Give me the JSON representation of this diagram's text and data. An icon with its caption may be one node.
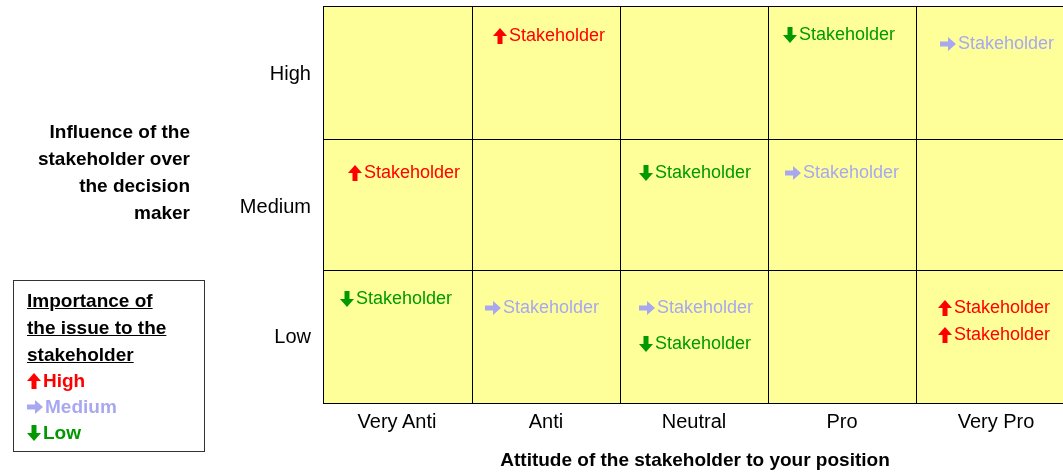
{
  "diagram": {
    "nodes": [
      {
        "text": [],
        "shape": "box"
      },
      {
        "text": [],
        "shape": "box"
      },
      {
        "text": [
          "Stakeholder"
        ],
        "in": 1
      },
      {
        "text": [],
        "shape": "box"
      },
      {
        "text": [],
        "shape": "box"
      },
      {
        "text": [
          "Stakeholder"
        ],
        "in": 4
      },
      {
        "text": [],
        "shape": "box"
      },
      {
        "text": [
          "Stakeholder"
        ],
        "in": 6
      },
      {
        "text": [],
        "shape": "box"
      },
      {
        "text": [
          "Stakeholder"
        ],
        "in": 8
      },
      {
        "text": [],
        "shape": "box"
      },
      {
        "text": [],
        "shape": "box"
      },
      {
        "text": [
          "Stakeholder"
        ],
        "in": 11
      },
      {
        "text": [],
        "shape": "box"
      },
      {
        "text": [
          "Stakeholder"
        ],
        "in": 13
      },
      {
        "text": [],
        "shape": "box"
      },
      {
        "text": [],
        "shape": "box"
      },
      {
        "text": [
          "Stakeholder"
        ],
        "in": 16
      },
      {
        "text": [],
        "shape": "box"
      },
      {
        "text": [
          "Stakeholder"
        ],
        "in": 18
      },
      {
        "text": [],
        "shape": "box"
      },
      {
        "text": [
          "Stakeholder"
        ],
        "in": 20
      },
      {
        "text": [
          "Stakeholder"
        ],
        "in": 20
      },
      {
        "text": [],
        "shape": "box"
      },
      {
        "text": [],
        "shape": "box"
      },
      {
        "text": [
          "Stakeholder"
        ],
        "in": 24
      },
      {
        "text": [
          "Stakeholder"
        ],
        "in": 24
      }
    ],
    "edges": [],
    "labels": [
      "High",
      "Influence of the stakeholder over the decision maker",
      "Medium",
      "Low",
      "Importance of the issue to the stakeholder",
      "Very Anti",
      "Anti",
      "Neutral",
      "Pro",
      "Very Pro",
      "Attitude of the stakeholder to your position"
    ],
    "legend": [
      {
        "text": "High",
        "color": "#ff0000"
      },
      {
        "text": "Medium",
        "color": "#a8a8f0"
      },
      {
        "text": "Low",
        "color": "#009900"
      }
    ]
  }
}
